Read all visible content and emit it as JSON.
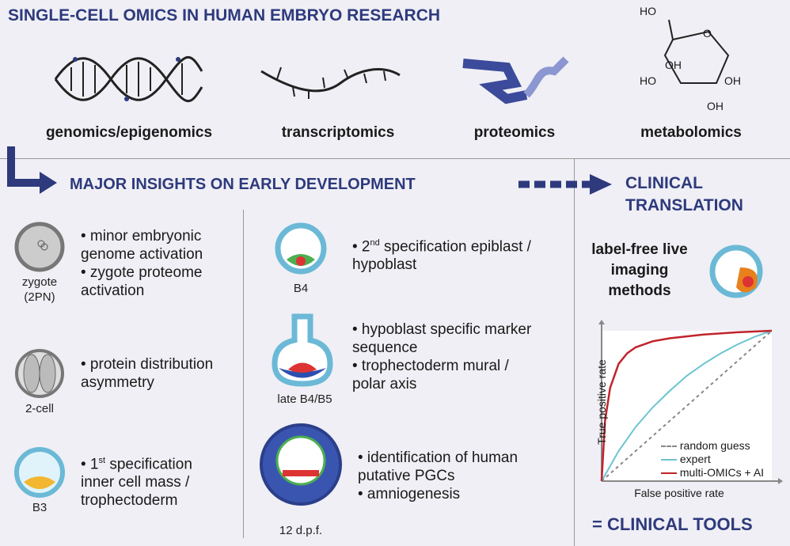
{
  "title": "SINGLE-CELL OMICS IN HUMAN EMBRYO RESEARCH",
  "omics": [
    "genomics/epigenomics",
    "transcriptomics",
    "proteomics",
    "metabolomics"
  ],
  "metabolite_labels": {
    "ho_top": "HO",
    "o": "O",
    "oh1": "OH",
    "ho_left": "HO",
    "oh2": "OH",
    "oh3": "OH"
  },
  "section": {
    "insights": "MAJOR INSIGHTS ON EARLY DEVELOPMENT",
    "clinical_1": "CLINICAL",
    "clinical_2": "TRANSLATION"
  },
  "stages": [
    {
      "label": "zygote",
      "label2": "(2PN)",
      "lines": [
        "• minor embryonic",
        "genome activation",
        "• zygote proteome",
        "activation"
      ]
    },
    {
      "label": "2-cell",
      "lines": [
        "• protein distribution",
        "asymmetry"
      ]
    },
    {
      "label": "B3",
      "lines": [
        "• 1",
        "st",
        " specification",
        "inner cell mass /",
        "trophectoderm"
      ]
    },
    {
      "label": "B4",
      "lines": [
        "• 2",
        "nd",
        " specification epiblast /",
        "hypoblast"
      ]
    },
    {
      "label": "late B4/B5",
      "lines": [
        "• hypoblast specific marker",
        "sequence",
        "• trophectoderm mural /",
        "polar axis"
      ]
    },
    {
      "label": "12 d.p.f.",
      "lines": [
        "• identification of human",
        "putative PGCs",
        "• amniogenesis"
      ]
    }
  ],
  "imaging": [
    "label-free live",
    "imaging",
    "methods"
  ],
  "footer": "= CLINICAL TOOLS",
  "colors": {
    "navy": "#2e3a7c",
    "red": "#c0242c",
    "teal": "#6cc4d0",
    "background": "#efeff5"
  },
  "chart_data": {
    "type": "line",
    "xlabel": "False positive rate",
    "ylabel": "True positive rate",
    "xlim": [
      0,
      1
    ],
    "ylim": [
      0,
      1
    ],
    "grid": false,
    "legend": "bottom-right",
    "series": [
      {
        "name": "random guess",
        "style": "dashed",
        "color": "#888888",
        "x": [
          0,
          1
        ],
        "y": [
          0,
          1
        ]
      },
      {
        "name": "expert",
        "color": "#6cc4d0",
        "x": [
          0,
          0.1,
          0.2,
          0.3,
          0.4,
          0.5,
          0.6,
          0.7,
          0.8,
          0.9,
          1
        ],
        "y": [
          0,
          0.2,
          0.36,
          0.49,
          0.6,
          0.7,
          0.78,
          0.85,
          0.91,
          0.96,
          1
        ]
      },
      {
        "name": "multi-OMICs + AI",
        "color": "#c0242c",
        "x": [
          0,
          0.02,
          0.05,
          0.1,
          0.15,
          0.2,
          0.3,
          0.4,
          0.6,
          0.8,
          1
        ],
        "y": [
          0,
          0.4,
          0.62,
          0.78,
          0.85,
          0.89,
          0.93,
          0.95,
          0.975,
          0.99,
          1
        ]
      }
    ]
  }
}
